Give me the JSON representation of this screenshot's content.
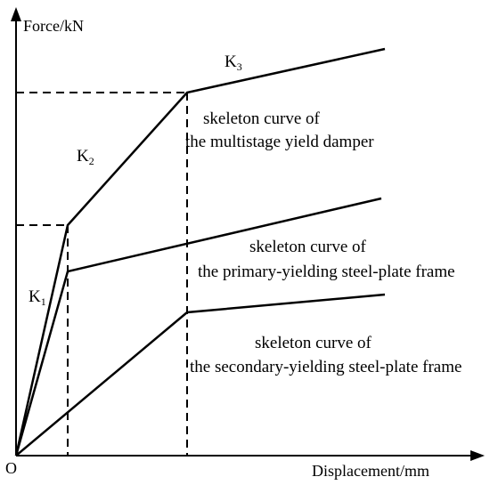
{
  "axes": {
    "y_label": "Force/kN",
    "x_label": "Displacement/mm",
    "origin_label": "O"
  },
  "stiffness_labels": [
    {
      "letter": "K",
      "subscript": "1"
    },
    {
      "letter": "K",
      "subscript": "2"
    },
    {
      "letter": "K",
      "subscript": "3"
    }
  ],
  "curves": [
    {
      "line1": "skeleton curve of",
      "line2": "the multistage yield damper"
    },
    {
      "line1": "skeleton curve of",
      "line2": "the primary-yielding steel-plate frame"
    },
    {
      "line1": "skeleton curve of",
      "line2": "the secondary-yielding steel-plate frame"
    }
  ],
  "colors": {
    "line": "#000000",
    "background": "#ffffff"
  }
}
